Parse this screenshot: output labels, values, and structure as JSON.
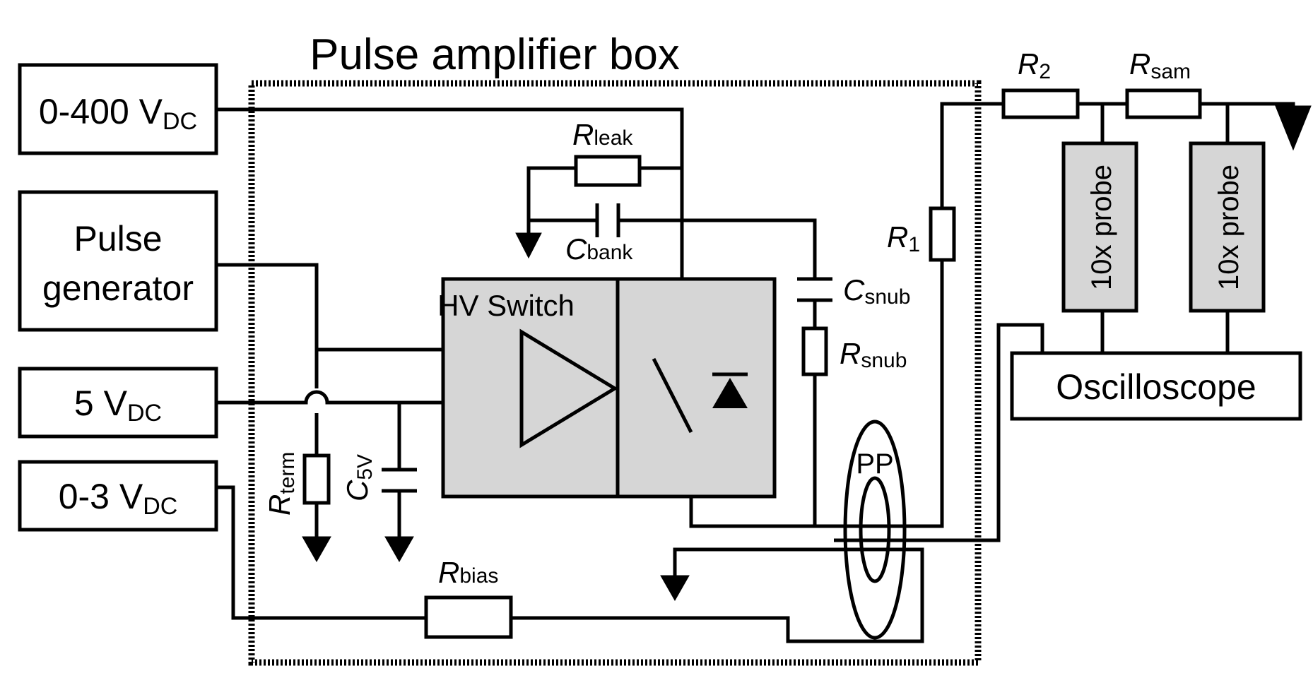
{
  "title": "Pulse amplifier box",
  "sources": {
    "hv_supply": {
      "main": "0-400 V",
      "sub": "DC"
    },
    "pulse_gen_line1": "Pulse",
    "pulse_gen_line2": "generator",
    "logic_supply": {
      "main": "5 V",
      "sub": "DC"
    },
    "bias_supply": {
      "main": "0-3 V",
      "sub": "DC"
    }
  },
  "hv_switch_label": "HV Switch",
  "oscilloscope_label": "Oscilloscope",
  "probe_label": "10x probe",
  "pp_label": "PP",
  "components": {
    "r_leak": {
      "sym": "R",
      "sub": "leak"
    },
    "c_bank": {
      "sym": "C",
      "sub": "bank"
    },
    "c_snub": {
      "sym": "C",
      "sub": "snub"
    },
    "r_snub": {
      "sym": "R",
      "sub": "snub"
    },
    "r_1": {
      "sym": "R",
      "sub": "1"
    },
    "r_2": {
      "sym": "R",
      "sub": "2"
    },
    "r_sam": {
      "sym": "R",
      "sub": "sam"
    },
    "r_term": {
      "sym": "R",
      "sub": "term"
    },
    "c_5v": {
      "sym": "C",
      "sub": "5V"
    },
    "r_bias": {
      "sym": "R",
      "sub": "bias"
    }
  },
  "colors": {
    "line": "#000000",
    "module_fill": "#d6d6d6",
    "background": "#ffffff"
  }
}
